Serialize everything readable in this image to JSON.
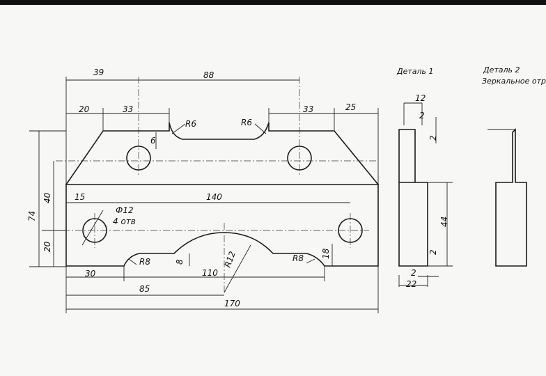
{
  "titles": {
    "detail1": "Деталь 1",
    "detail2": "Деталь 2",
    "mirror": "Зеркальное отражение"
  },
  "dims": {
    "d39": "39",
    "d88": "88",
    "d20top": "20",
    "d33left": "33",
    "d33right": "33",
    "d25": "25",
    "d6": "6",
    "r6left": "R6",
    "r6right": "R6",
    "d74": "74",
    "d40": "40",
    "d20bottom": "20",
    "d15": "15",
    "d140": "140",
    "hole_dia": "Ф12",
    "hole_count": "4 отв",
    "d30": "30",
    "r8left": "R8",
    "d8": "8",
    "d110": "110",
    "r12": "R12",
    "r8right": "R8",
    "d18": "18",
    "d85": "85",
    "d170": "170",
    "side_w": "12",
    "side_2a": "2",
    "side_2b": "2",
    "side_44": "44",
    "side_2c": "2",
    "side_2d": "2",
    "side_22": "22"
  }
}
